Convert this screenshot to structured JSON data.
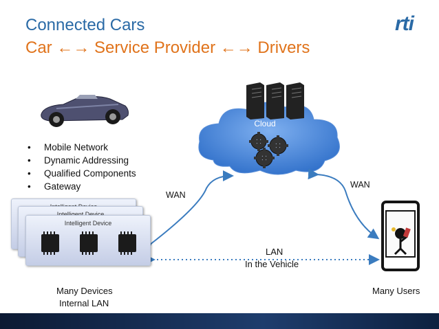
{
  "title": "Connected Cars",
  "subtitle": "Car ←→ Service Provider ←→ Drivers",
  "logo": "rti",
  "bullets": [
    "Mobile Network",
    "Dynamic Addressing",
    "Qualified Components",
    "Gateway"
  ],
  "cloud_label": "Cloud",
  "wan_left": "WAN",
  "wan_right": "WAN",
  "lan_label": "LAN",
  "lan_sub": "In the Vehicle",
  "device_label": "Intelligent Device",
  "devices_caption_1": "Many Devices",
  "devices_caption_2": "Internal LAN",
  "users_caption": "Many Users",
  "colors": {
    "title": "#2a6aa6",
    "subtitle": "#e0731b",
    "cloud": "#3f7fd6",
    "arrow": "#3b7cbf"
  }
}
